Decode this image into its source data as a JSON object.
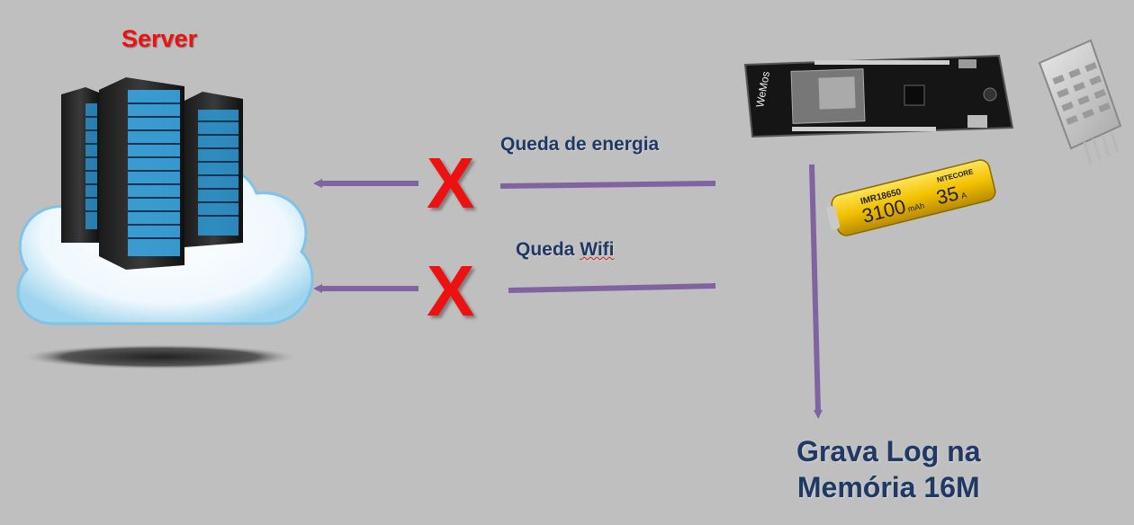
{
  "server": {
    "title": "Server"
  },
  "links": [
    {
      "label": "Queda de energia",
      "status_mark": "X"
    },
    {
      "label_word1": "Queda",
      "label_word2": "Wifi",
      "status_mark": "X"
    }
  ],
  "log": {
    "line1": "Grava Log na",
    "line2": "Memória 16M"
  },
  "board": {
    "brand": "WeMos"
  },
  "battery": {
    "model": "IMR18650",
    "capacity": "3100",
    "capacity_unit": "mAh",
    "current": "35",
    "current_unit": "A",
    "brand": "NITECORE"
  },
  "colors": {
    "background": "#bfbfbf",
    "arrow": "#8064a2",
    "x_mark": "#ee1111",
    "server_title": "#ee1111",
    "label_text": "#1f3864"
  }
}
